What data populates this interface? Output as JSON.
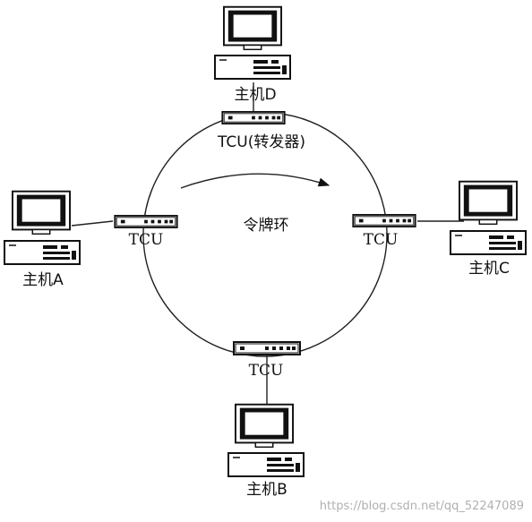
{
  "diagram": {
    "ring_label": "令牌环",
    "hosts": {
      "a": "主机A",
      "b": "主机B",
      "c": "主机C",
      "d": "主机D"
    },
    "tcu": {
      "top": "TCU(转发器)",
      "left": "TCU",
      "right": "TCU",
      "bottom": "TCU"
    },
    "watermark": "https://blog.csdn.net/qq_52247089"
  }
}
